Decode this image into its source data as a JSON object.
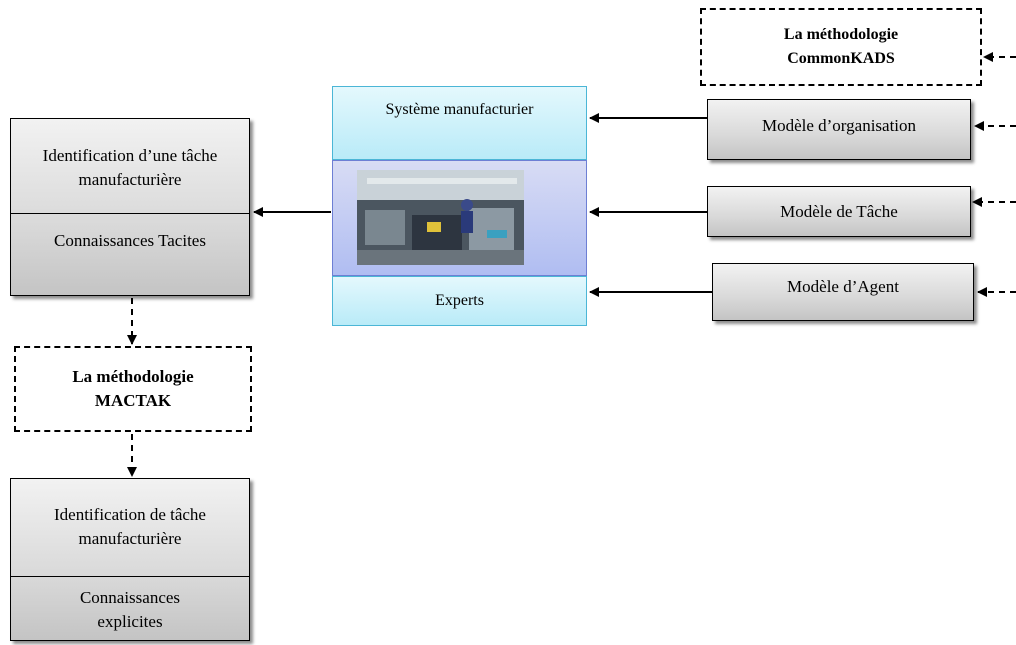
{
  "left_column": {
    "top_box": {
      "title": "Identification d’une tâche manufacturière",
      "knowledge": "Connaissances Tacites"
    },
    "mactak": "La méthodologie MACTAK",
    "bottom_box": {
      "title": "Identification de tâche manufacturière",
      "knowledge": "Connaissances explicites"
    }
  },
  "center": {
    "system_label": "Système manufacturier",
    "experts_label": "Experts"
  },
  "right_column": {
    "commonkads": "La méthodologie CommonKADS",
    "models": [
      "Modèle d’organisation",
      "Modèle de Tâche",
      "Modèle d’Agent"
    ]
  }
}
